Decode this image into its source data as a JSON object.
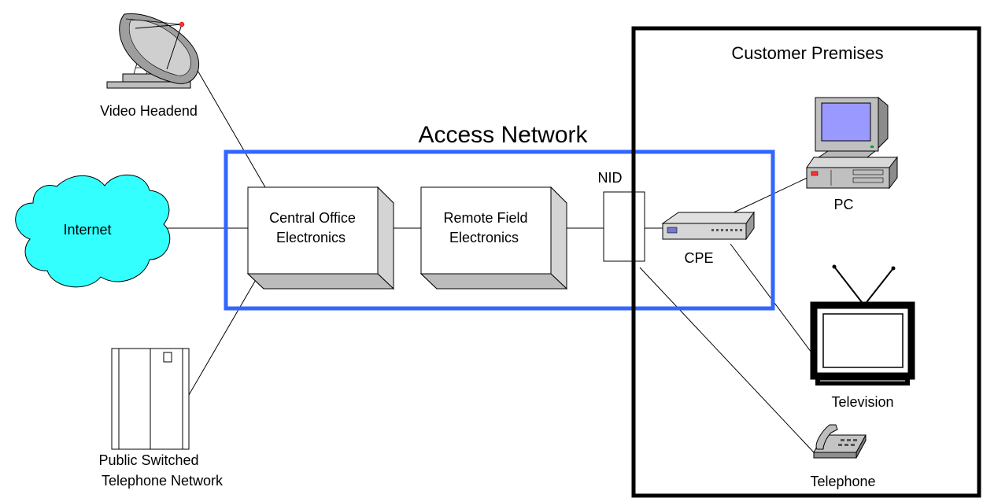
{
  "labels": {
    "video_headend": "Video Headend",
    "internet": "Internet",
    "pstn_line1": "Public Switched",
    "pstn_line2": "Telephone Network",
    "access_network": "Access Network",
    "central_office_line1": "Central Office",
    "central_office_line2": "Electronics",
    "remote_field_line1": "Remote Field",
    "remote_field_line2": "Electronics",
    "nid": "NID",
    "cpe": "CPE",
    "customer_premises": "Customer Premises",
    "pc": "PC",
    "television": "Television",
    "telephone": "Telephone"
  },
  "colors": {
    "access_network_border": "#3366ff",
    "internet_cloud_fill": "#33ffff",
    "box_front": "#ffffff",
    "box_side": "#c8c8c8",
    "monitor_screen": "#9999ff",
    "pc_case": "#c0c0c0"
  },
  "icons": [
    "satellite-dish-icon",
    "cloud-icon",
    "telephone-switch-icon",
    "modem-icon",
    "computer-icon",
    "television-icon",
    "telephone-icon"
  ]
}
